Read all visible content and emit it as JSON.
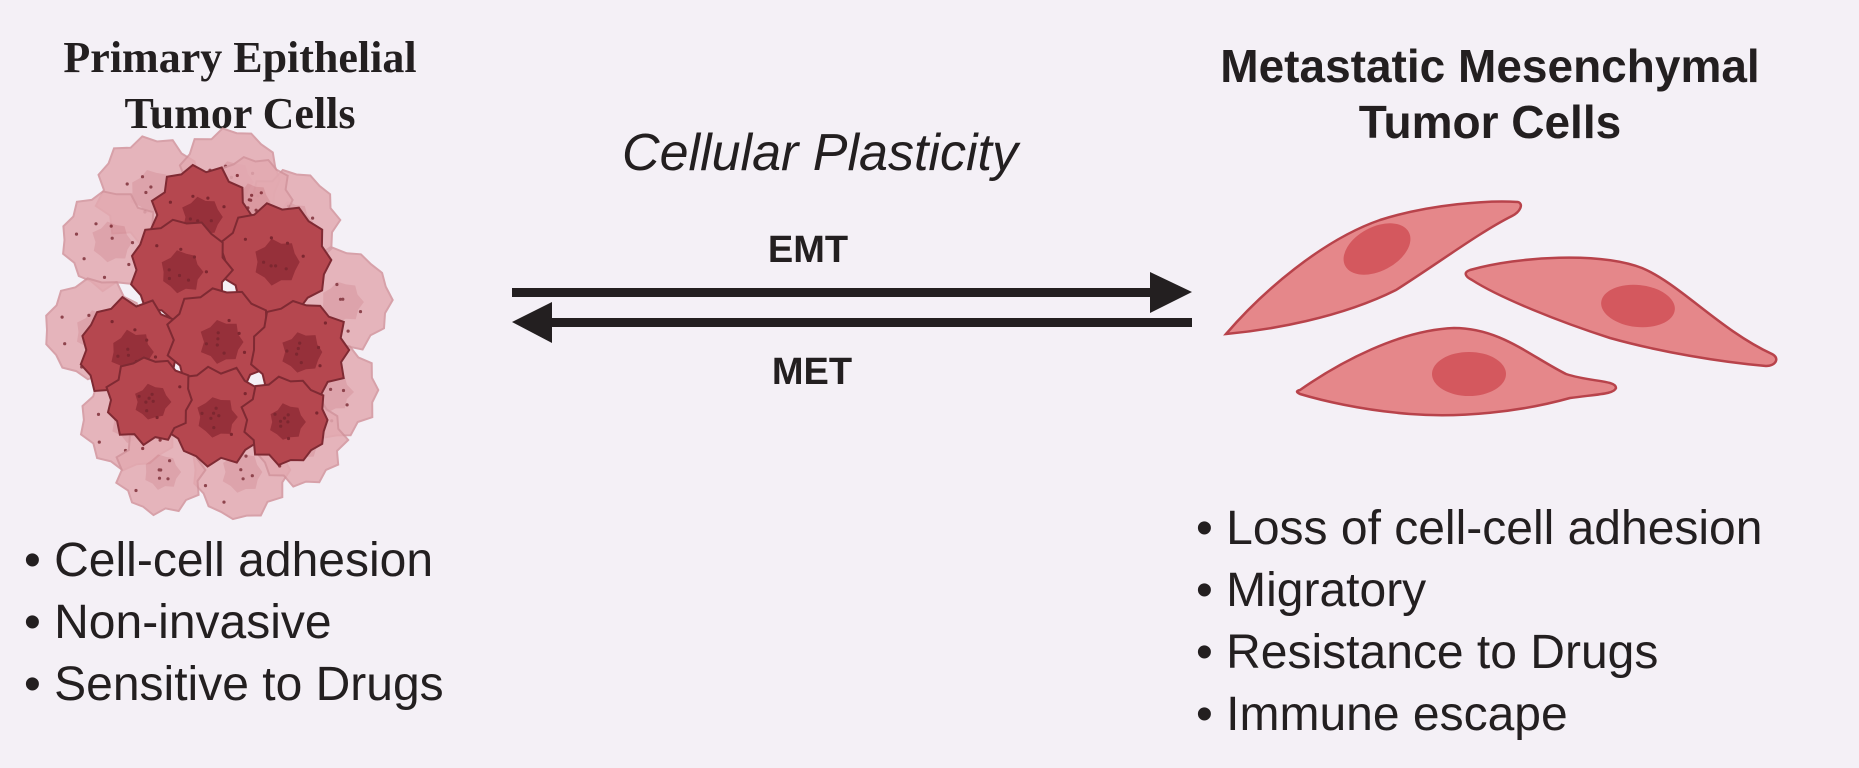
{
  "left": {
    "title_line1": "Primary Epithelial",
    "title_line2": "Tumor Cells",
    "bullets": [
      "Cell-cell adhesion",
      "Non-invasive",
      "Sensitive to Drugs"
    ]
  },
  "right": {
    "title_line1": "Metastatic Mesenchymal",
    "title_line2": "Tumor Cells",
    "bullets": [
      "Loss of cell-cell adhesion",
      "Migratory",
      "Resistance to Drugs",
      "Immune escape"
    ]
  },
  "center": {
    "plasticity_label": "Cellular Plasticity",
    "forward_label": "EMT",
    "reverse_label": "MET"
  },
  "colors": {
    "background": "#f4f0f6",
    "epithelial_cell": "#b5474f",
    "mesenchymal_cell": "#e5878a",
    "arrow": "#231f20"
  }
}
